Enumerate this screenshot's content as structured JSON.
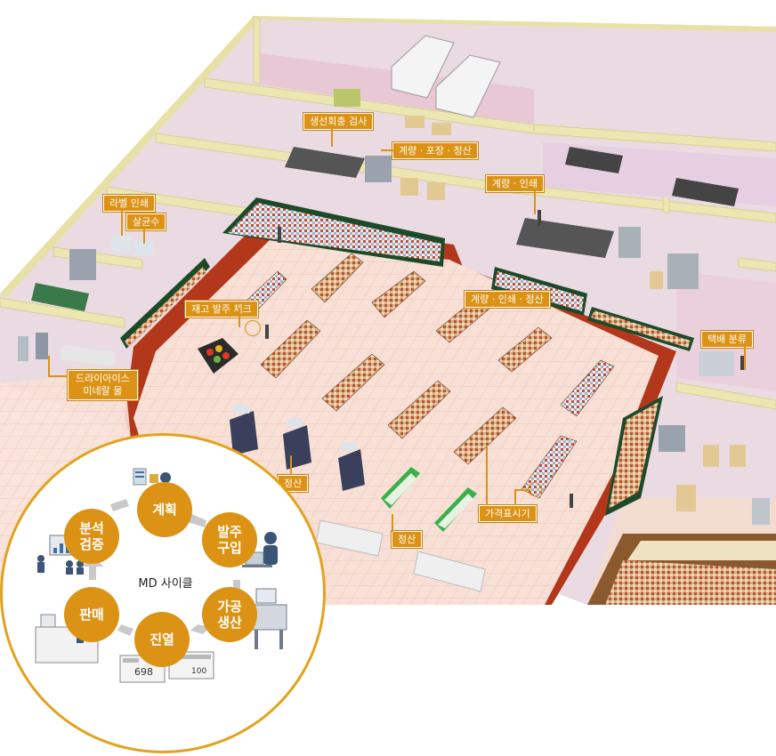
{
  "labels": {
    "fresh_inspection": "생선회충 검사",
    "weigh_pack_pay": "계량 · 포장 · 정산",
    "weigh_print_top": "계량 · 인쇄",
    "label_print": "라벨 인쇄",
    "sterile_water": "살균수",
    "stock_order_check": "재고 발주 체크",
    "weigh_print_pay": "계량 · 인쇄 · 정산",
    "parcel_sort": "택배 분류",
    "dry_ice_line1": "드라이아이스",
    "dry_ice_line2": "미네랄 물",
    "checkout_1": "정산",
    "checkout_2": "정산",
    "price_display": "가격표시기"
  },
  "cycle": {
    "title": "MD 사이클",
    "nodes": {
      "plan": "계획",
      "purchase": "발주\n구입",
      "process": "가공\n생산",
      "display": "진열",
      "sales": "판매",
      "analysis": "분석\n검증"
    },
    "price_tag_value": "698",
    "price_tag_value2": "100"
  },
  "colors": {
    "accent": "#dc9214",
    "floor_red": "#b3371a",
    "floor_tile": "#f7dcd2",
    "wall": "#e7e1a6",
    "back_room": "#e8ccd8"
  }
}
